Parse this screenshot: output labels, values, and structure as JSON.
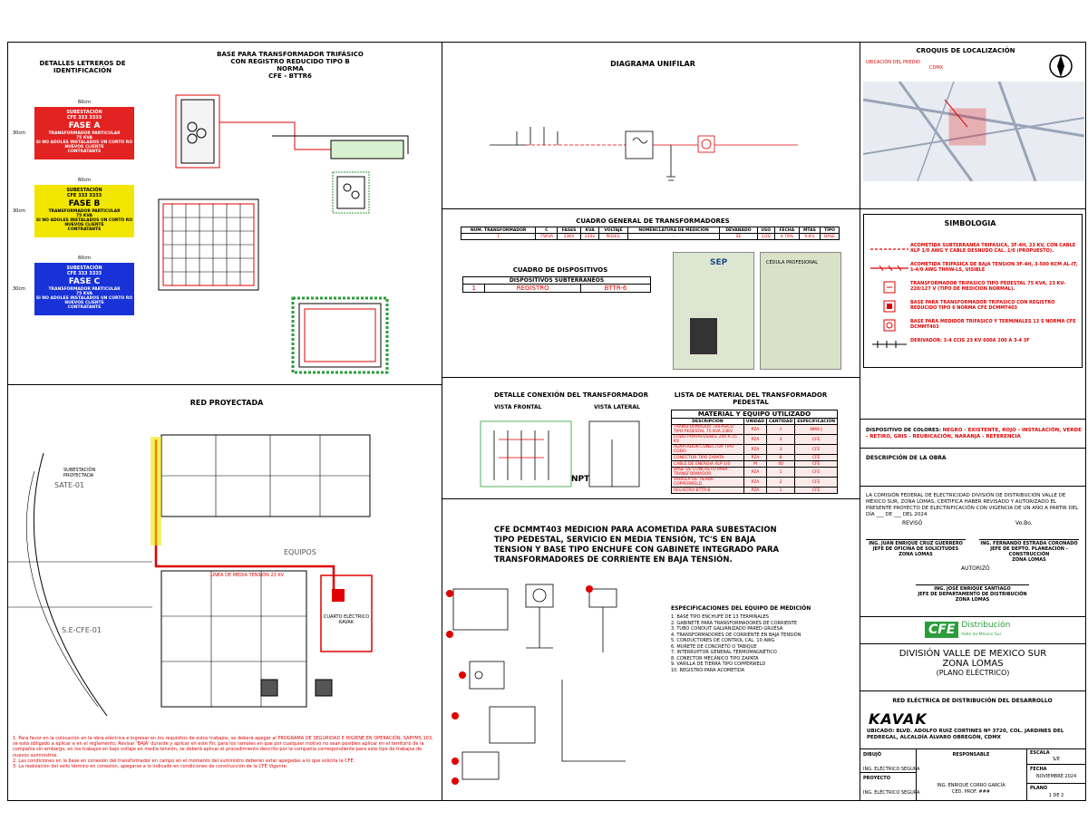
{
  "identification": {
    "title": "DETALLES LETREROS DE IDENTIFICACIÓN",
    "dim": "60cm",
    "dim_side": "30cm",
    "phases": [
      {
        "sub": "SUBESTACIÓN",
        "num": "CFE 333 3333",
        "name": "FASE A",
        "line1": "TRANSFORMADOR PARTICULAR",
        "line2": "75 KVA",
        "line3": "SI NO ADOLES INSTALADOS UN CORTO RO NUEVOS CLIENTE",
        "line4": "CONTRATANTE",
        "color": "#e32222"
      },
      {
        "sub": "SUBESTACIÓN",
        "num": "CFE 333 3333",
        "name": "FASE B",
        "line1": "TRANSFORMADOR PARTICULAR",
        "line2": "75 KVA",
        "line3": "SI NO ADOLES INSTALADOS UN CORTO RO NUEVOS CLIENTE",
        "line4": "CONTRATANTE",
        "color": "#f2e600"
      },
      {
        "sub": "SUBESTACIÓN",
        "num": "CFE 333 3333",
        "name": "FASE C",
        "line1": "TRANSFORMADOR PARTICULAR",
        "line2": "75 KVA",
        "line3": "SI NO ADOLES INSTALADOS UN CORTO RO NUEVOS CLIENTE",
        "line4": "CONTRATANTE",
        "color": "#1832d8"
      }
    ]
  },
  "base": {
    "title_l1": "BASE PARA TRANSFORMADOR TRIFÁSICO",
    "title_l2": "CON REGISTRO REDUCIDO TIPO B",
    "title_l3": "NORMA",
    "title_l4": "CFE - BTTR6"
  },
  "unifilar": {
    "title": "DIAGRAMA UNIFILAR"
  },
  "croquis": {
    "title": "CROQUIS DE LOCALIZACIÓN",
    "label1": "UBICACIÓN DEL PREDIO",
    "label2": "CDMX"
  },
  "transformadores": {
    "title": "CUADRO GENERAL DE TRANSFORMADORES",
    "headers": [
      "NÚM. TRANSFORMADOR",
      "C",
      "FASES",
      "KVA",
      "VOLTAJE",
      "NOMENCLATURA DE MEDICIÓN",
      "DEVANADO",
      "USO",
      "FECHA",
      "MTAS",
      "TIPO"
    ],
    "row": [
      "1",
      "75KVA",
      "23KV",
      "220V",
      "PEDES.",
      "-",
      "SE",
      "1/20",
      "4.79%",
      "9.8%",
      "BASE"
    ]
  },
  "dispositivos": {
    "title": "CUADRO DE DISPOSITIVOS",
    "sub": "DISPOSITIVOS SUBTERRÁNEOS",
    "row": [
      "1",
      "REGISTRO",
      "BTTR-6"
    ]
  },
  "id_card": {
    "org": "SEP",
    "org2": "CÉDULA PROFESIONAL"
  },
  "simbologia": {
    "title": "SIMBOLOGIA",
    "items": [
      "ACOMETIDA SUBTERRANEA TRIFASICA, 3F-4H, 23 KV, CON CABLE XLP 1/0 AWG Y CABLE DESNUDO CAL. 1/0 (PROPUESTO).",
      "ACOMETIDA TRIFASICA DE BAJA TENSION 3F-4H, 3-500 KCM AL-IT, 1-4/0 AWG THHW-LS, VISIBLE",
      "TRANSFORMADOR TRIFASICO TIPO PEDESTAL 75 KVA, 23 KV-220/127 V (TIPO DE MEDICION NORMAL).",
      "BASE PARA TRANSFORMADOR TRIFASICO CON REGISTRO REDUCIDO TIPO 6 NORMA CFE DCMMT403",
      "BASE PARA MEDIDOR TRIFASICO Y TERMINALES 13 S NORMA CFE DCMMT403",
      "DERIVADOR: 3-4 CCIS 23 KV 600A 200 A 3-4 3F"
    ]
  },
  "red": {
    "title": "RED PROYECTADA",
    "labels": {
      "sate": "SATE-01",
      "equipos": "EQUIPOS",
      "secfe": "S.E-CFE-01",
      "cuarto": "CUARTO ELÉCTRICO KAVAK",
      "acometida": "LÍNEA DE MEDIA TENSIÓN 23 KV",
      "sub": "SUBESTACIÓN PROYECTADA"
    },
    "notes": [
      "1. Para favor en la colocación en la obra eléctrica e ingresar en los requisitos de estos trabajos, se deberá apegar al PROGRAMA DE SEGURIDAD E HIGIENE EN OPERACIÓN, SAPYMS 103, se está obligado a aplicar e en el reglamento. Revisar 'BAJA' durante y aplicar en este fin; para los ramales en que por cualquier motivo no sean posibles aplicar en el territorio de la compañía sin embargo, en los trabajos en bajo voltaje en media tensión, se deberá aplicar el procedimiento descrito por la compañía correspondiente para este tipo de trabajos de nuevos suministros.",
      "2. Las condiciones en la base en conexión del transformador en campo en el momento del suministro deberán estar apegadas a lo que solicita la CFE.",
      "3. La realización del sello térmico en conexión, apegarse a lo indicado en condiciones de construcción de la CFE Vigente."
    ]
  },
  "conexion": {
    "title": "DETALLE CONEXIÓN DEL TRANSFORMADOR",
    "frontal": "VISTA FRONTAL",
    "lateral": "VISTA LATERAL",
    "npt": "NPT"
  },
  "material": {
    "title_l1": "LISTA DE MATERIAL DEL TRANSFORMADOR",
    "title_l2": "PEDESTAL",
    "sub": "MATERIAL Y EQUIPO UTILIZADO",
    "headers": [
      "DESCRIPCIÓN",
      "UNIDAD",
      "CANTIDAD",
      "ESPECIFICACIÓN"
    ],
    "rows": [
      [
        "TRANSFORMADOR TRIFASICO TIPO PEDESTAL 75 KVA 23KV",
        "PZA",
        "1",
        "NMX-J"
      ],
      [
        "CODO PORTAFUSIBLE 200 A 25 KV",
        "PZA",
        "3",
        "CFE"
      ],
      [
        "ADAPTADOR CONECTOR TIPO CODO",
        "PZA",
        "3",
        "CFE"
      ],
      [
        "CONECTOR TIPO ZAPATA",
        "PZA",
        "8",
        "CFE"
      ],
      [
        "CABLE DE ENERGIA XLP 1/0",
        "M",
        "40",
        "CFE"
      ],
      [
        "BASE DE CONCRETO PARA TRANSFORMADOR",
        "PZA",
        "1",
        "CFE"
      ],
      [
        "VARILLA DE TIERRA COPPERWELD",
        "PZA",
        "2",
        "CFE"
      ],
      [
        "REGISTRO BTTR-6",
        "PZA",
        "1",
        "CFE"
      ]
    ]
  },
  "medicion": {
    "title": "CFE DCMMT403 MEDICION PARA ACOMETIDA PARA SUBESTACION TIPO PEDESTAL, SERVICIO EN MEDIA TENSIÓN, TC'S EN BAJA TENSION Y BASE TIPO ENCHUFE CON GABINETE INTEGRADO PARA TRANSFORMADORES DE CORRIENTE EN BAJA TENSIÓN.",
    "notes_title": "ESPECIFICACIONES DEL EQUIPO DE MEDICIÓN",
    "notes": [
      "1. BASE TIPO ENCHUFE DE 13 TERMINALES",
      "2. GABINETE PARA TRANSFORMADORES DE CORRIENTE",
      "3. TUBO CONDUIT GALVANIZADO PARED GRUESA",
      "4. TRANSFORMADORES DE CORRIENTE EN BAJA TENSIÓN",
      "5. CONDUCTORES DE CONTROL CAL. 10 AWG",
      "6. MURETE DE CONCRETO O TABIQUE",
      "7. INTERRUPTOR GENERAL TERMOMAGNÉTICO",
      "8. CONECTOR MECÁNICO TIPO ZAPATA",
      "9. VARILLA DE TIERRA TIPO COPPERWELD",
      "10. REGISTRO PARA ACOMETIDA"
    ]
  },
  "colores": {
    "label": "DISPOSITIVO DE COLORES:",
    "text": "NEGRO - EXISTENTE, ROJO - INSTALACIÓN, VERDE - RETIRO, GRIS - REUBICACIÓN, NARANJA - REFERENCIA"
  },
  "descripcion": {
    "label": "DESCRIPCIÓN DE LA OBRA"
  },
  "aprobacion": {
    "text": "LA COMISIÓN FEDERAL DE ELECTRICIDAD DIVISIÓN DE DISTRIBUCIÓN VALLE DE MÉXICO SUR, ZONA LOMAS, CERTIFICA HABER REVISADO Y AUTORIZADO EL PRESENTE PROYECTO DE ELECTRIFICACIÓN CON VIGENCIA DE UN AÑO A PARTIR DEL DÍA ___ DE ___ DEL 2024",
    "reviso": "REVISÓ",
    "vobo": "Vo.Bo.",
    "sig1_l1": "ING. JUAN ENRIQUE CRUZ GUERRERO",
    "sig1_l2": "JEFE DE OFICINA DE SOLICITUDES",
    "sig1_l3": "ZONA LOMAS",
    "sig2_l1": "ING. FERNANDO ESTRADA CORONADO",
    "sig2_l2": "JEFE DE DEPTO. PLANEACIÓN - CONSTRUCCIÓN",
    "sig2_l3": "ZONA LOMAS",
    "autorizo": "AUTORIZÓ",
    "sig3_l1": "ING. JOSÉ ENRIQUE SANTIAGO",
    "sig3_l2": "JEFE DE DEPARTAMENTO DE DISTRIBUCIÓN",
    "sig3_l3": "ZONA LOMAS"
  },
  "cfe": {
    "mark": "CFE",
    "dist1": "Distribución",
    "dist2": "Valle de México Sur"
  },
  "division": {
    "l1": "DIVISIÓN VALLE DE MEXICO SUR",
    "l2": "ZONA LOMAS",
    "l3": "(PLANO ELÉCTRICO)"
  },
  "red_electrica": {
    "title": "RED ELÉCTRICA DE DISTRIBUCIÓN DEL DESARROLLO",
    "brand": "KAVAK",
    "address": "UBICADO: BLVD. ADOLFO RUIZ CORTINES Nº 3720, COL. JARDINES DEL PEDREGAL, ALCALDÍA ÁLVARO OBREGÓN, CDMX"
  },
  "title_block": {
    "dibujo": "DIBUJÓ",
    "responsable": "RESPONSABLE",
    "escala": "ESCALA",
    "escala_v": "S/E",
    "fecha": "FECHA",
    "fecha_v": "NOVIEMBRE 2024",
    "proyecto": "PROYECTO",
    "plano": "PLANO",
    "plano_v": "1 DE 2",
    "resp_name": "ING. ENRIQUE CORRO GARCÍA",
    "resp_ced": "CED. PROF. ###",
    "drawer": "ING. ELÉCTRICO SEGURA",
    "proyectista": "ING. ELÉCTRICO SEGURA"
  }
}
